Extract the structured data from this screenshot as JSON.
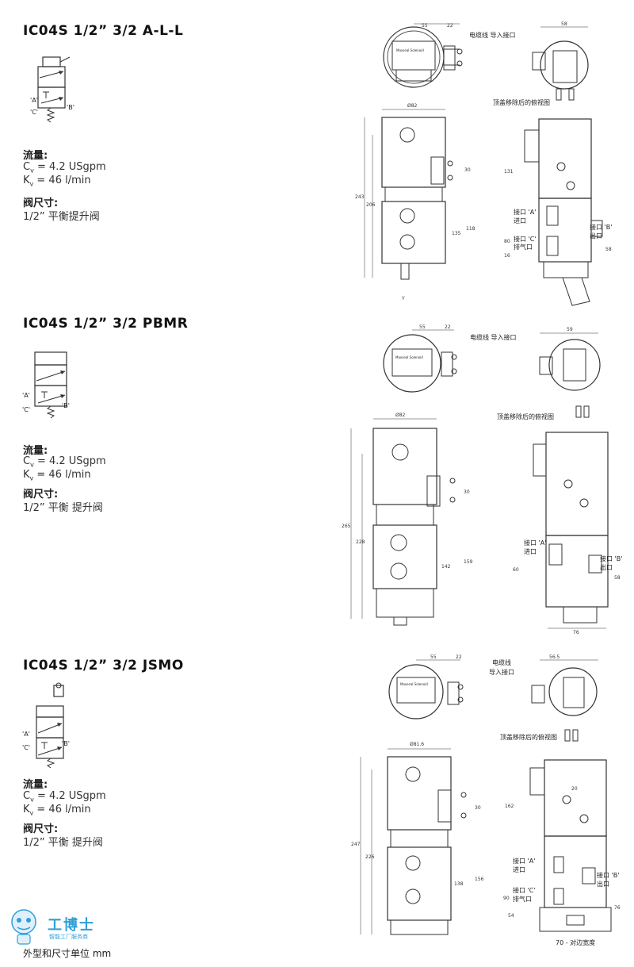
{
  "sections": [
    {
      "title": "IC04S 1/2”   3/2 A-L-L",
      "flow_label": "流量:",
      "cv_prefix": "C",
      "cv_sub": "v",
      "cv_value": " = 4.2 USgpm",
      "kv_prefix": "K",
      "kv_sub": "v",
      "kv_value": " = 46 l/min",
      "size_label": "阀尺寸:",
      "size_value": "1/2”  平衡提升阀",
      "symbol_ports": {
        "a": "'A'",
        "b": "'B'",
        "c": "'C'"
      },
      "cable_label": "电缆线 导入接口",
      "top_view_label": "顶盖移除后的俯视图",
      "dims": {
        "d1": "55",
        "d2": "22",
        "d3": "58",
        "dia": "Ø82",
        "h1": "243",
        "h2": "206",
        "h3": "118",
        "h4": "135",
        "h5": "30",
        "h6": "131",
        "h7": "80",
        "h8": "58",
        "h9": "16",
        "y": "Y"
      },
      "port_a": "接口 'A'",
      "port_a_sub": "进口",
      "port_b": "接口 'B'",
      "port_b_sub": "出口",
      "port_c": "接口 'C'",
      "port_c_sub": "排气口"
    },
    {
      "title": "IC04S 1/2”   3/2 PBMR",
      "flow_label": "流量:",
      "cv_prefix": "C",
      "cv_sub": "v",
      "cv_value": " = 4.2 USgpm",
      "kv_prefix": "K",
      "kv_sub": "v",
      "kv_value": " = 46 l/min",
      "size_label": "阀尺寸:",
      "size_value": "1/2”  平衡 提升阀",
      "symbol_ports": {
        "a": "'A'",
        "b": "'B'",
        "c": "'C'"
      },
      "cable_label": "电缆线 导入接口",
      "top_view_label": "顶盖移除后的俯视图",
      "dims": {
        "d1": "55",
        "d2": "22",
        "d3": "59",
        "dia": "Ø82",
        "h1": "265",
        "h2": "228",
        "h3": "159",
        "h4": "142",
        "h5": "30",
        "h6": "60",
        "h7": "58",
        "h8": "76"
      },
      "port_a": "接口 'A'",
      "port_a_sub": "进口",
      "port_b": "接口 'B'",
      "port_b_sub": "出口"
    },
    {
      "title": "IC04S 1/2”   3/2 JSMO",
      "flow_label": "流量:",
      "cv_prefix": "C",
      "cv_sub": "v",
      "cv_value": " = 4.2 USgpm",
      "kv_prefix": "K",
      "kv_sub": "v",
      "kv_value": " = 46 l/min",
      "size_label": "阀尺寸:",
      "size_value": "1/2”  平衡 提升阀",
      "symbol_ports": {
        "a": "'A'",
        "b": "'B'",
        "c": "'C'"
      },
      "cable_label_1": "电缆线",
      "cable_label_2": "导入接口",
      "top_view_label": "顶盖移除后的俯视图",
      "dims": {
        "d1": "55",
        "d2": "22",
        "d3": "56.5",
        "dia": "Ø81.6",
        "h1": "247",
        "h2": "226",
        "h3": "156",
        "h4": "138",
        "h5": "30",
        "h6": "162",
        "h7": "20",
        "h8": "90",
        "h9": "54",
        "h10": "76",
        "flats": "70 - 对边宽度"
      },
      "port_a": "接口 'A'",
      "port_a_sub": "进口",
      "port_b": "接口 'B'",
      "port_b_sub": "出口",
      "port_c": "接口 'C'",
      "port_c_sub": "排气口"
    }
  ],
  "nameplate": {
    "brand": "Maxseal Solenoid"
  },
  "footer": "外型和尺寸单位 mm",
  "logo": {
    "name": "工博士",
    "sub": "智能工厂服务商"
  }
}
